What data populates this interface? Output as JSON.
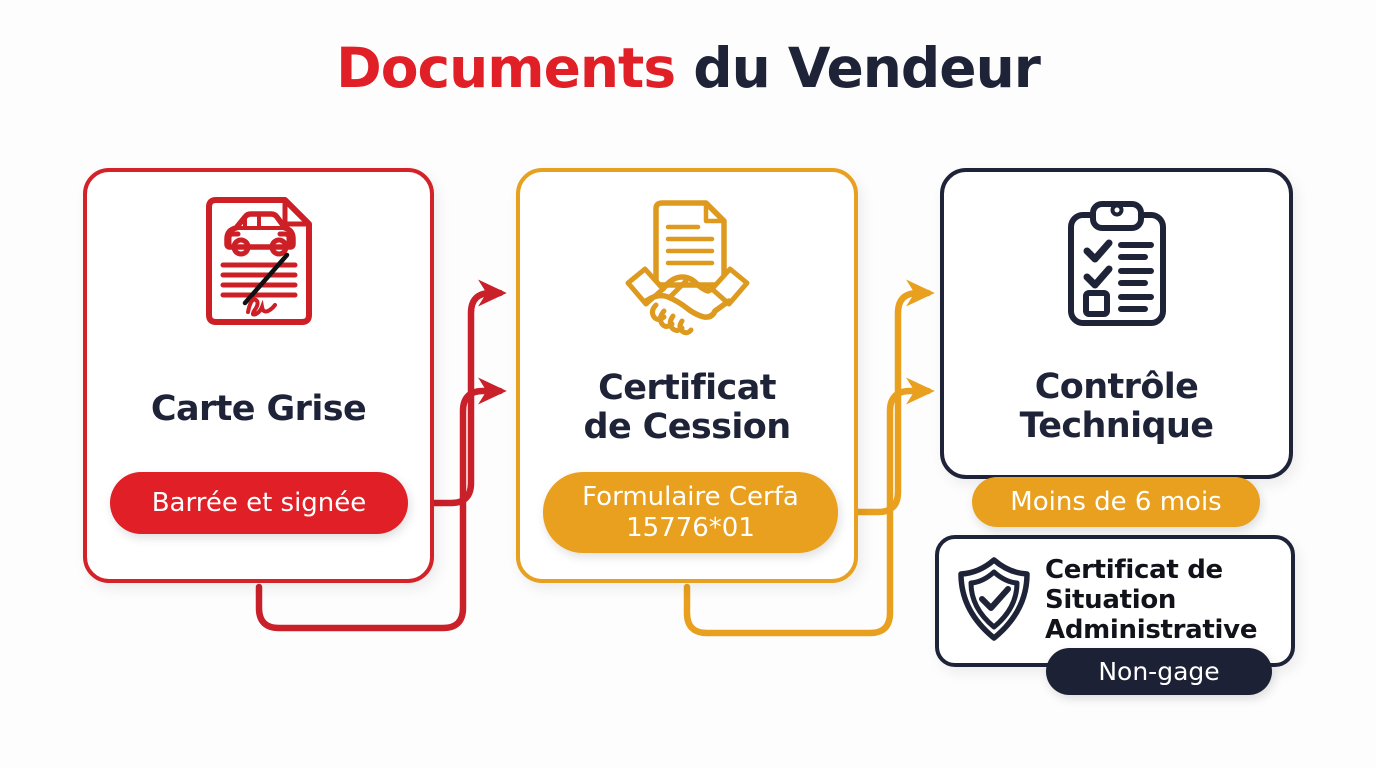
{
  "title": {
    "part_red": "Documents",
    "part_navy": " du Vendeur"
  },
  "colors": {
    "red": "#E01F26",
    "red_border": "#D42229",
    "amber": "#E8A01E",
    "amber_border": "#E8A020",
    "navy": "#1E2338",
    "navy_pill": "#1C2135",
    "background": "#FDFDFD"
  },
  "cards": [
    {
      "id": "carte-grise",
      "title_line1": "Carte Grise",
      "title_line2": "",
      "icon": "document-car-signed-icon",
      "badge": "Barrée et signée",
      "badge_color": "#E01F26",
      "border_color": "#D42229"
    },
    {
      "id": "certificat-de-cession",
      "title_line1": "Certificat",
      "title_line2": "de Cession",
      "icon": "handshake-document-icon",
      "badge_line1": "Formulaire Cerfa",
      "badge_line2": "15776*01",
      "badge_color": "#E8A01E",
      "border_color": "#E8A020"
    },
    {
      "id": "controle-technique",
      "title_line1": "Contrôle",
      "title_line2": "Technique",
      "icon": "clipboard-checklist-icon",
      "badge": "Moins de 6 mois",
      "badge_color": "#E8A01E",
      "border_color": "#1E2338"
    },
    {
      "id": "certificat-situation-administrative",
      "title_line1": "Certificat de",
      "title_line2": "Situation",
      "title_line3": "Administrative",
      "icon": "shield-check-icon",
      "badge": "Non-gage",
      "badge_color": "#1C2135",
      "border_color": "#1E2338"
    }
  ]
}
